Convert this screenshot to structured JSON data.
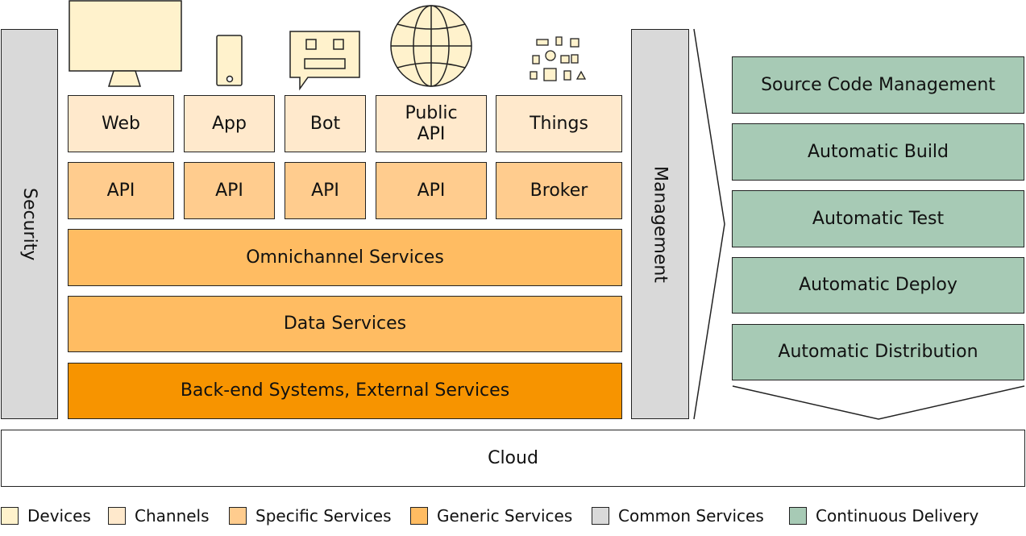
{
  "security": "Security",
  "management": "Management",
  "channels": [
    "Web",
    "App",
    "Bot",
    "Public\nAPI",
    "Things"
  ],
  "specific": [
    "API",
    "API",
    "API",
    "API",
    "Broker"
  ],
  "omnichannel": "Omnichannel Services",
  "data_services": "Data Services",
  "backend": "Back-end Systems, External Services",
  "continuous_delivery": [
    "Source Code Management",
    "Automatic Build",
    "Automatic Test",
    "Automatic Deploy",
    "Automatic Distribution"
  ],
  "cloud": "Cloud",
  "device_icons": [
    "monitor-icon",
    "phone-icon",
    "chat-bot-icon",
    "globe-icon",
    "iot-things-icon"
  ],
  "legend": [
    {
      "label": "Devices",
      "color": "#FFF2CC"
    },
    {
      "label": "Channels",
      "color": "#FFE9CC"
    },
    {
      "label": "Specific Services",
      "color": "#FFCC8E"
    },
    {
      "label": "Generic Services",
      "color": "#FFBC62"
    },
    {
      "label": "Common Services",
      "color": "#D9D9D9"
    },
    {
      "label": "Continuous Delivery",
      "color": "#A7CAB5"
    }
  ]
}
